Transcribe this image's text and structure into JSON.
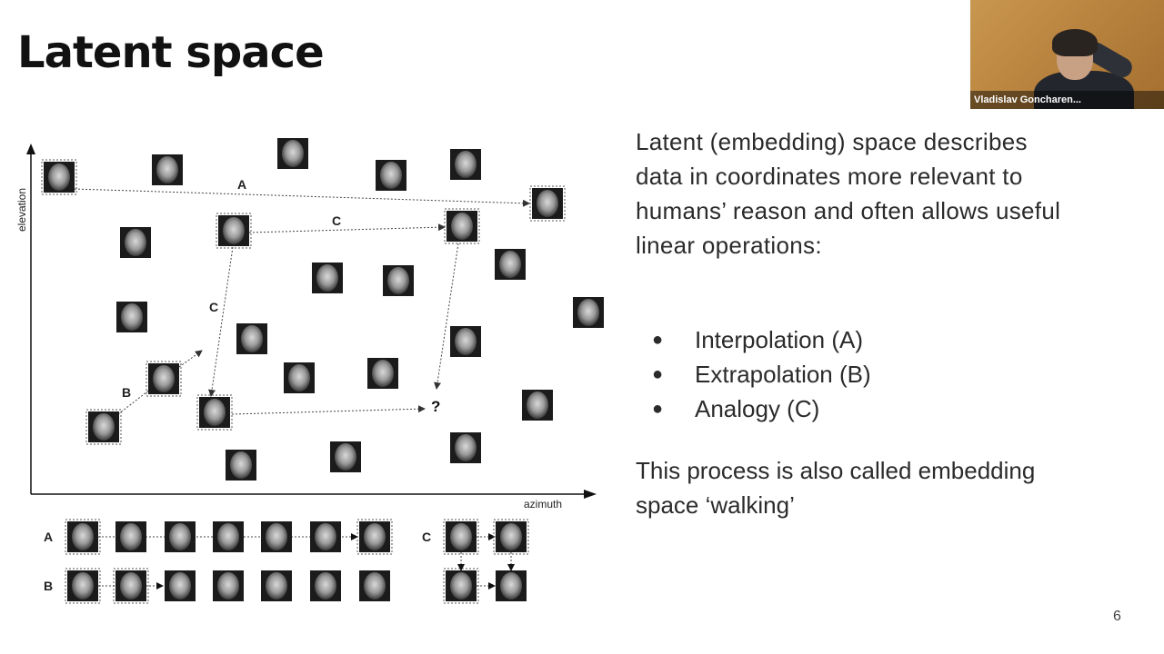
{
  "slide": {
    "title": "Latent space",
    "body": "Latent (embedding) space describes data in coordinates more relevant to humans’ reason and often allows useful linear operations:",
    "bullets": [
      "Interpolation (A)",
      "Extrapolation (B)",
      "Analogy (C)"
    ],
    "bullet_symbol": "●",
    "closing": "This process is also called embedding space ‘walking’",
    "page_number": "6"
  },
  "diagram": {
    "y_axis_label": "elevation",
    "x_axis_label": "azimuth",
    "arrow_labels": {
      "a": "A",
      "b": "B",
      "c1": "C",
      "c2": "C"
    },
    "unknown_marker": "?",
    "sequence_labels": {
      "a": "A",
      "b": "B",
      "c": "C"
    }
  },
  "webcam": {
    "participant_name": "Vladislav Goncharen..."
  }
}
